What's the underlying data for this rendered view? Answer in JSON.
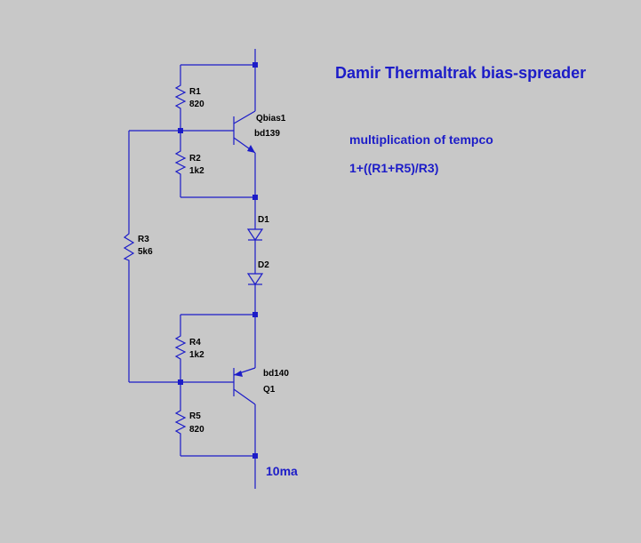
{
  "title": "Damir Thermaltrak bias-spreader",
  "notes": {
    "line1": "multiplication of tempco",
    "line2": "1+((R1+R5)/R3)"
  },
  "components": {
    "r1": {
      "name": "R1",
      "value": "820"
    },
    "r2": {
      "name": "R2",
      "value": "1k2"
    },
    "r3": {
      "name": "R3",
      "value": "5k6"
    },
    "r4": {
      "name": "R4",
      "value": "1k2"
    },
    "r5": {
      "name": "R5",
      "value": "820"
    },
    "qbias1": {
      "name": "Qbias1",
      "model": "bd139"
    },
    "q1": {
      "name": "Q1",
      "model": "bd140"
    },
    "d1": {
      "name": "D1"
    },
    "d2": {
      "name": "D2"
    }
  },
  "current_source_label": "10ma",
  "colors": {
    "background": "#c8c8c8",
    "wire": "#1c1cc8",
    "label": "#000000",
    "note": "#1c1cc8"
  }
}
